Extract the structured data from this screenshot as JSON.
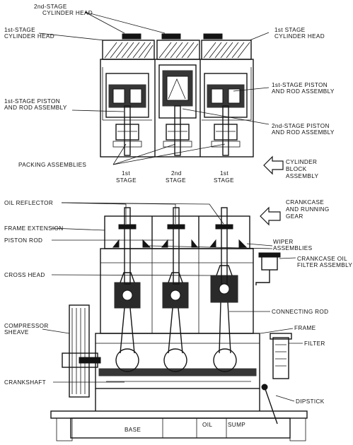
{
  "labels": {
    "second_stage_head": [
      "2nd-STAGE",
      "CYLINDER HEAD"
    ],
    "first_stage_head_left": [
      "1st-STAGE",
      "CYLINDER HEAD"
    ],
    "first_stage_head_right": [
      "1st STAGE",
      "CYLINDER HEAD"
    ],
    "first_stage_piston_left": [
      "1st-STAGE PISTON",
      "AND ROD ASSEMBLY"
    ],
    "first_stage_piston_right": [
      "1st-STAGE PISTON",
      "AND ROD ASSEMBLY"
    ],
    "second_stage_piston": [
      "2nd-STAGE PISTON",
      "AND ROD ASSEMBLY"
    ],
    "packing": "PACKING ASSEMBLIES",
    "stage1_left": [
      "1st",
      "STAGE"
    ],
    "stage2": [
      "2nd",
      "STAGE"
    ],
    "stage1_right": [
      "1st",
      "STAGE"
    ],
    "cylinder_block": [
      "CYLINDER",
      "BLOCK",
      "ASSEMBLY"
    ],
    "crankcase_gear": [
      "CRANKCASE",
      "AND RUNNING",
      "GEAR"
    ],
    "oil_reflector": "OIL REFLECTOR",
    "frame_extension": "FRAME EXTENSION",
    "piston_rod": "PISTON ROD",
    "wiper": [
      "WIPER",
      "ASSEMBLIES"
    ],
    "oil_filter": [
      "CRANKCASE OIL",
      "FILTER ASSEMBLY"
    ],
    "cross_head": "CROSS HEAD",
    "connecting_rod": "CONNECTING ROD",
    "compressor_sheave": [
      "COMPRESSOR",
      "SHEAVE"
    ],
    "frame": "FRAME",
    "filter": "FILTER",
    "crankshaft": "CRANKSHAFT",
    "dipstick": "DIPSTICK",
    "oil": "OIL",
    "sump": "SUMP",
    "base": "BASE"
  },
  "colors": {
    "ink": "#141414",
    "paper": "#ffffff"
  }
}
